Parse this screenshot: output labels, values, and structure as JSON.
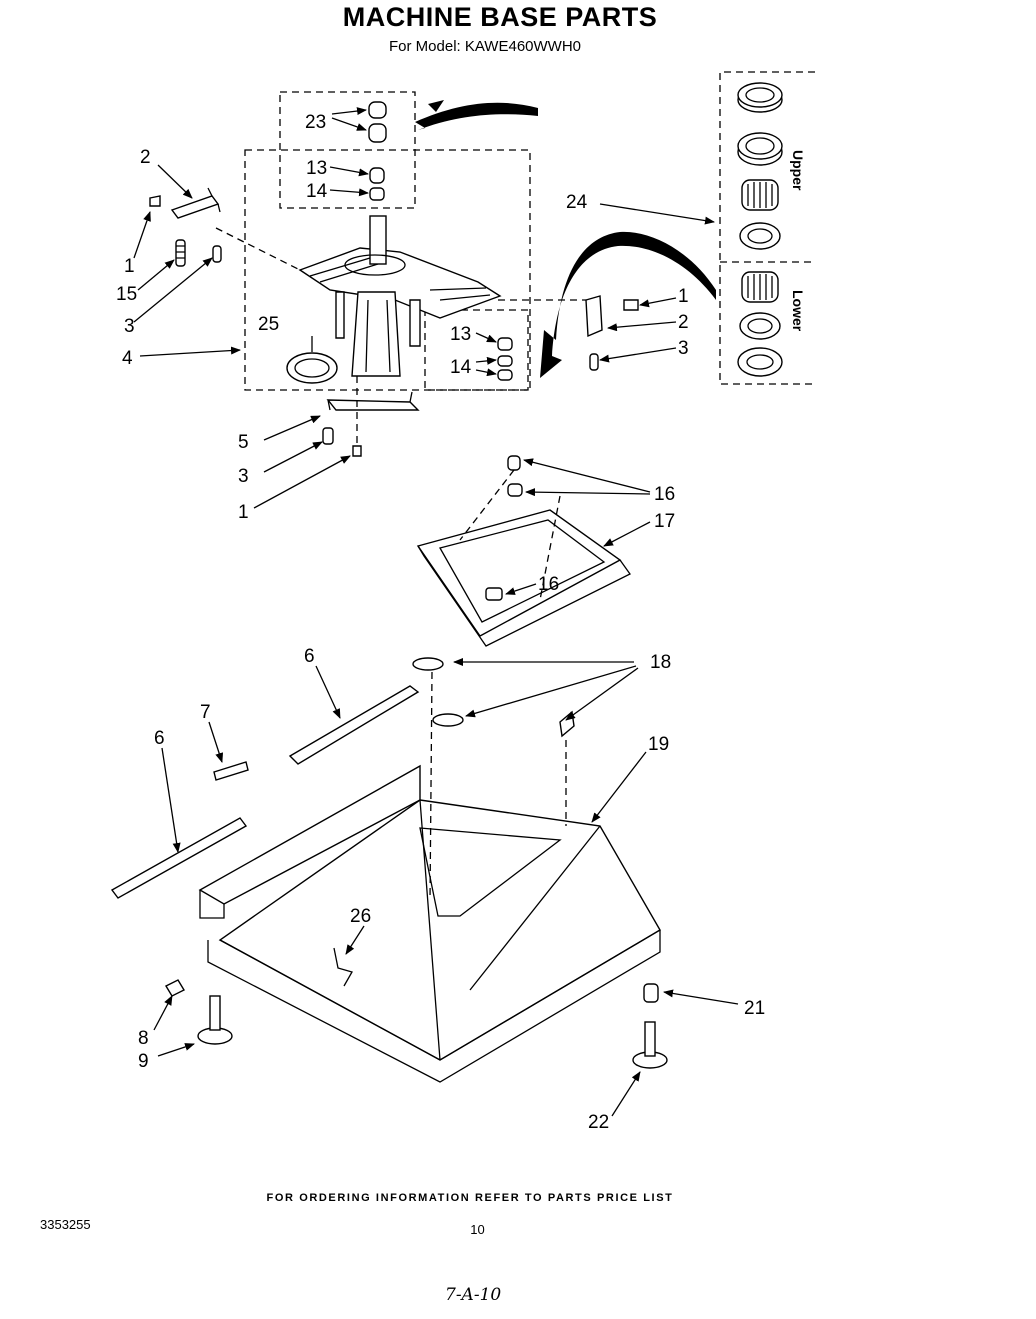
{
  "header": {
    "title": "MACHINE BASE PARTS",
    "subtitle": "For Model: KAWE460WWH0"
  },
  "inset": {
    "upper_label": "Upper",
    "lower_label": "Lower"
  },
  "callouts": [
    "23",
    "13",
    "14",
    "2",
    "1",
    "15",
    "3",
    "4",
    "25",
    "24",
    "1",
    "2",
    "3",
    "13",
    "14",
    "5",
    "3",
    "1",
    "16",
    "17",
    "16",
    "6",
    "7",
    "6",
    "18",
    "19",
    "26",
    "8",
    "9",
    "21",
    "22"
  ],
  "footer": {
    "ordering_note": "FOR ORDERING INFORMATION REFER TO PARTS PRICE LIST",
    "doc_number": "3353255",
    "page_number": "10",
    "handwritten": "7-A-10"
  }
}
